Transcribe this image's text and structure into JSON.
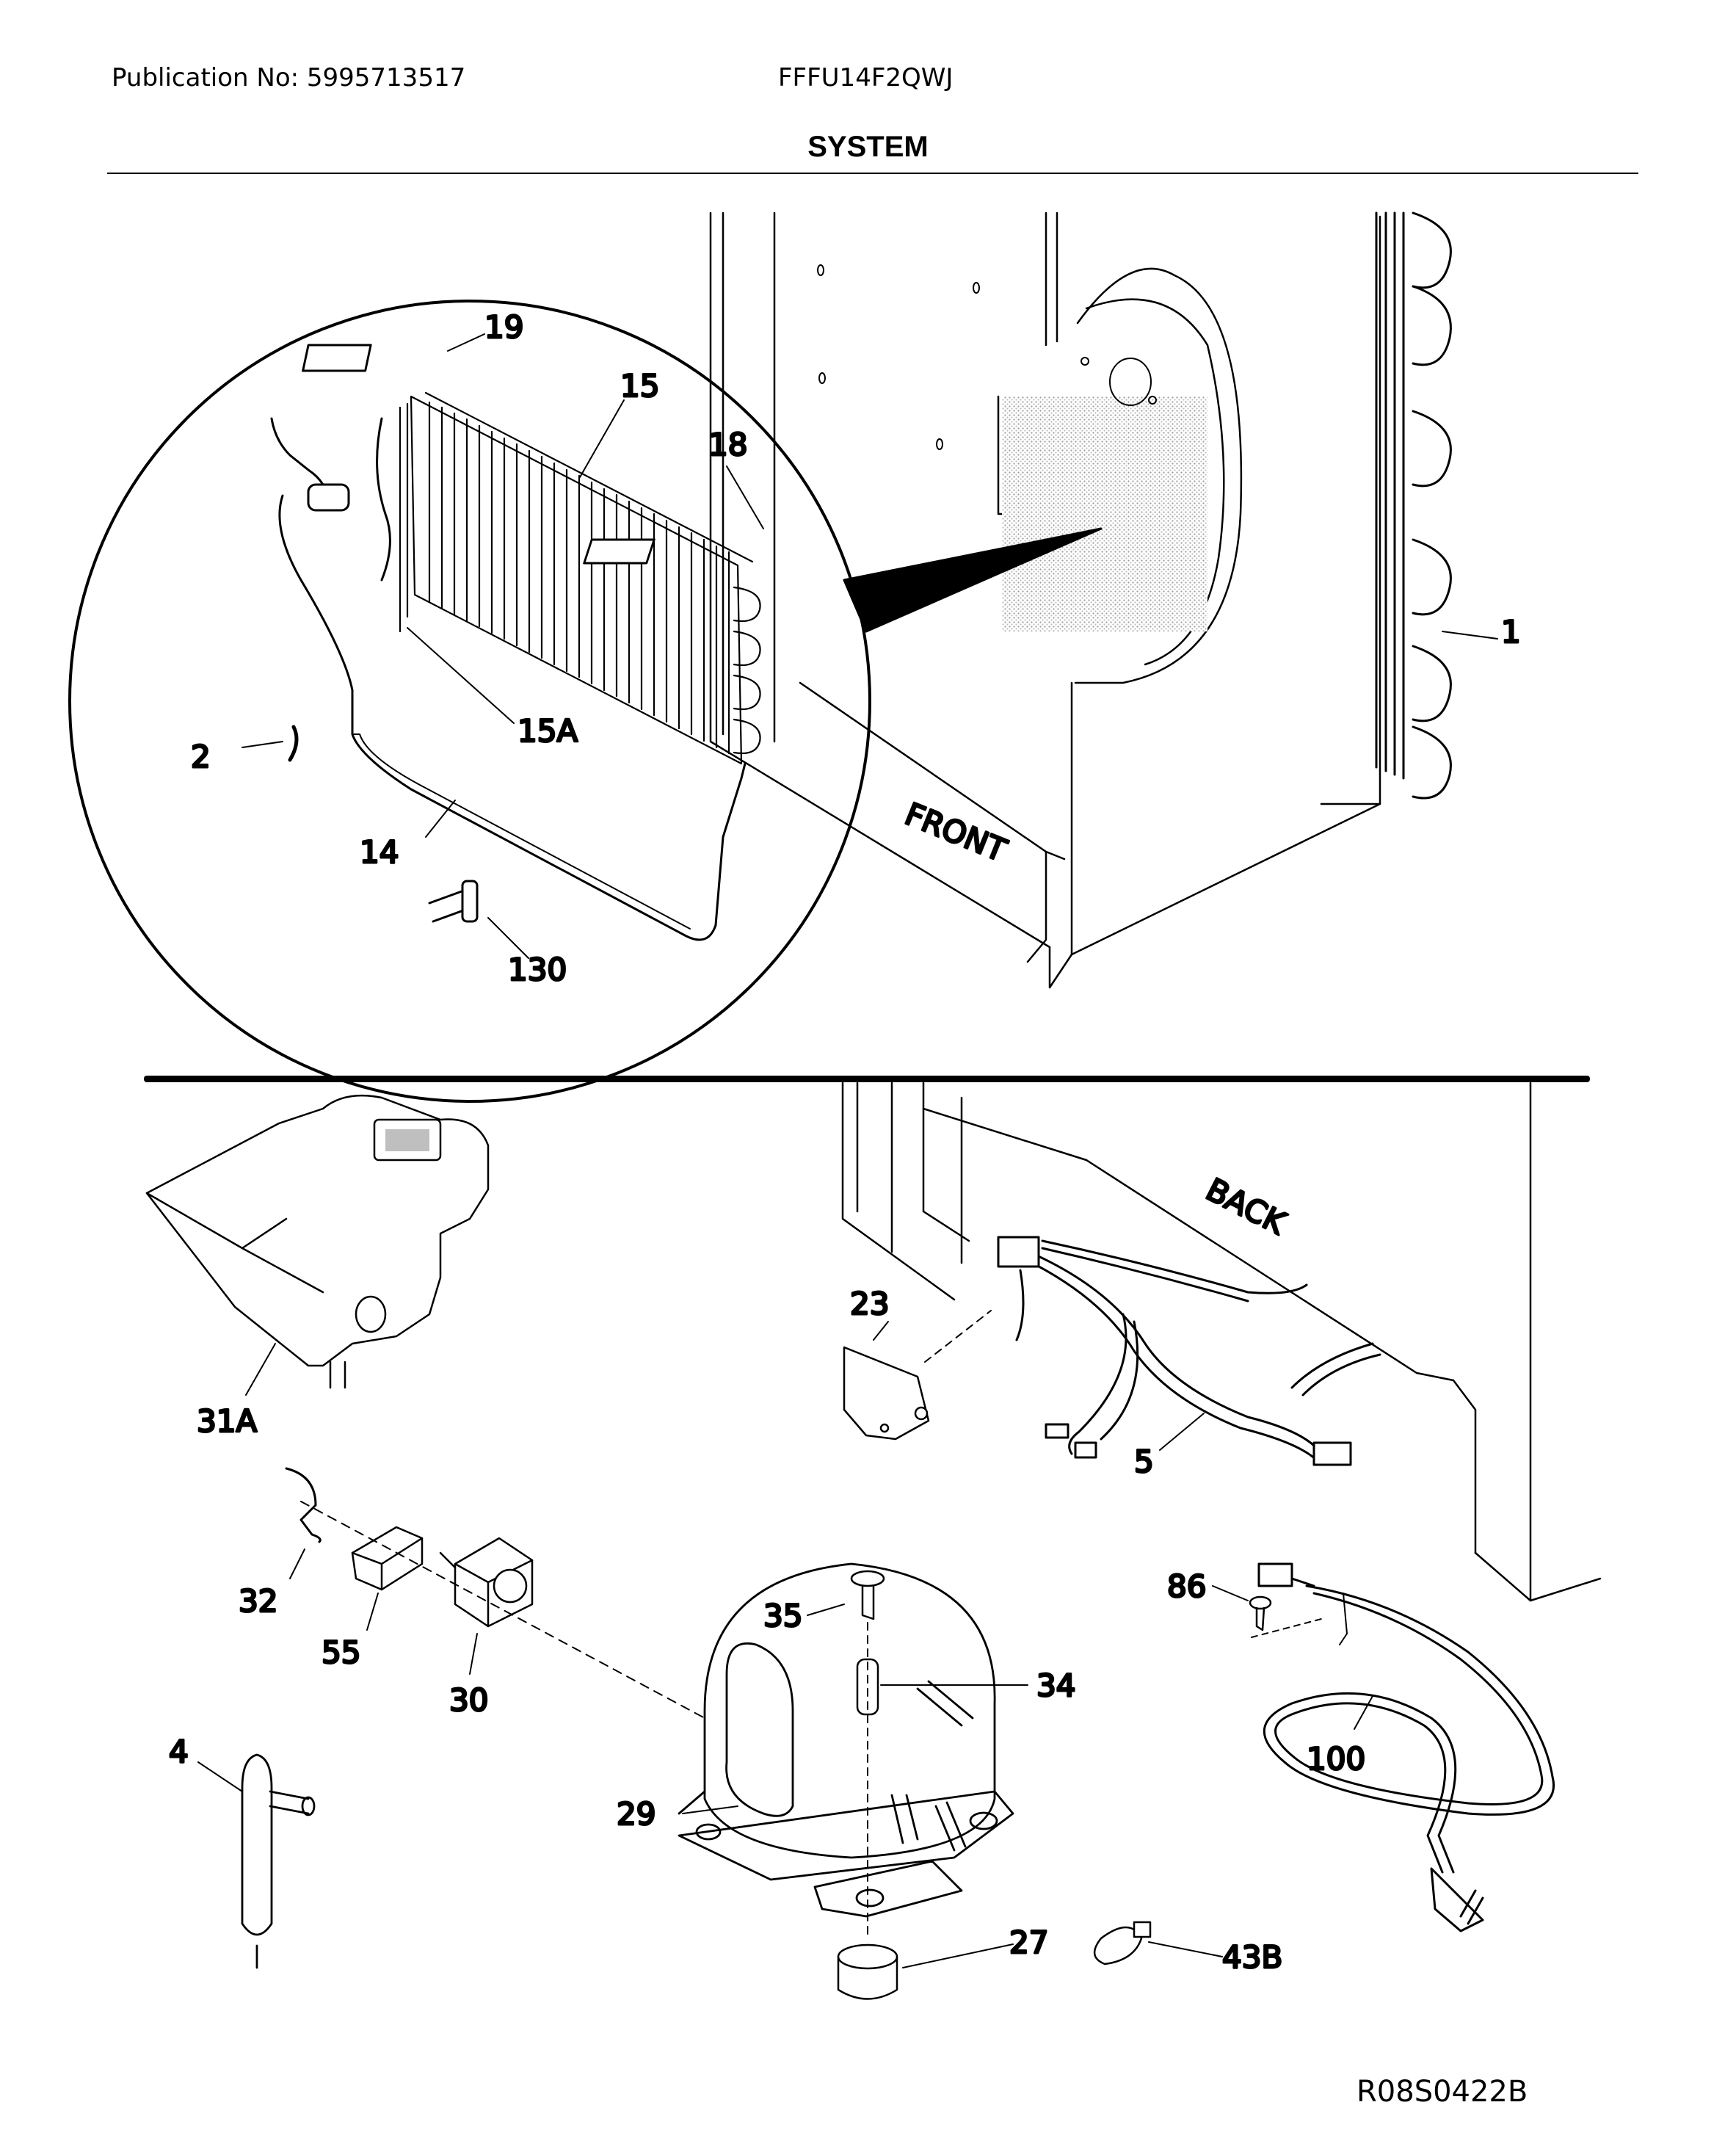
{
  "header": {
    "publication": "Publication No: 5995713517",
    "model": "FFFU14F2QWJ",
    "section_title": "SYSTEM"
  },
  "labels": {
    "front": "FRONT",
    "back": "BACK"
  },
  "callouts": {
    "p1": "1",
    "p2": "2",
    "p4": "4",
    "p5": "5",
    "p14": "14",
    "p15": "15",
    "p15a": "15A",
    "p18": "18",
    "p19": "19",
    "p23": "23",
    "p27": "27",
    "p29": "29",
    "p30": "30",
    "p31a": "31A",
    "p32": "32",
    "p34": "34",
    "p35": "35",
    "p43b": "43B",
    "p55": "55",
    "p86": "86",
    "p100": "100",
    "p130": "130"
  },
  "footer": {
    "drawing_code": "R08S0422B"
  }
}
